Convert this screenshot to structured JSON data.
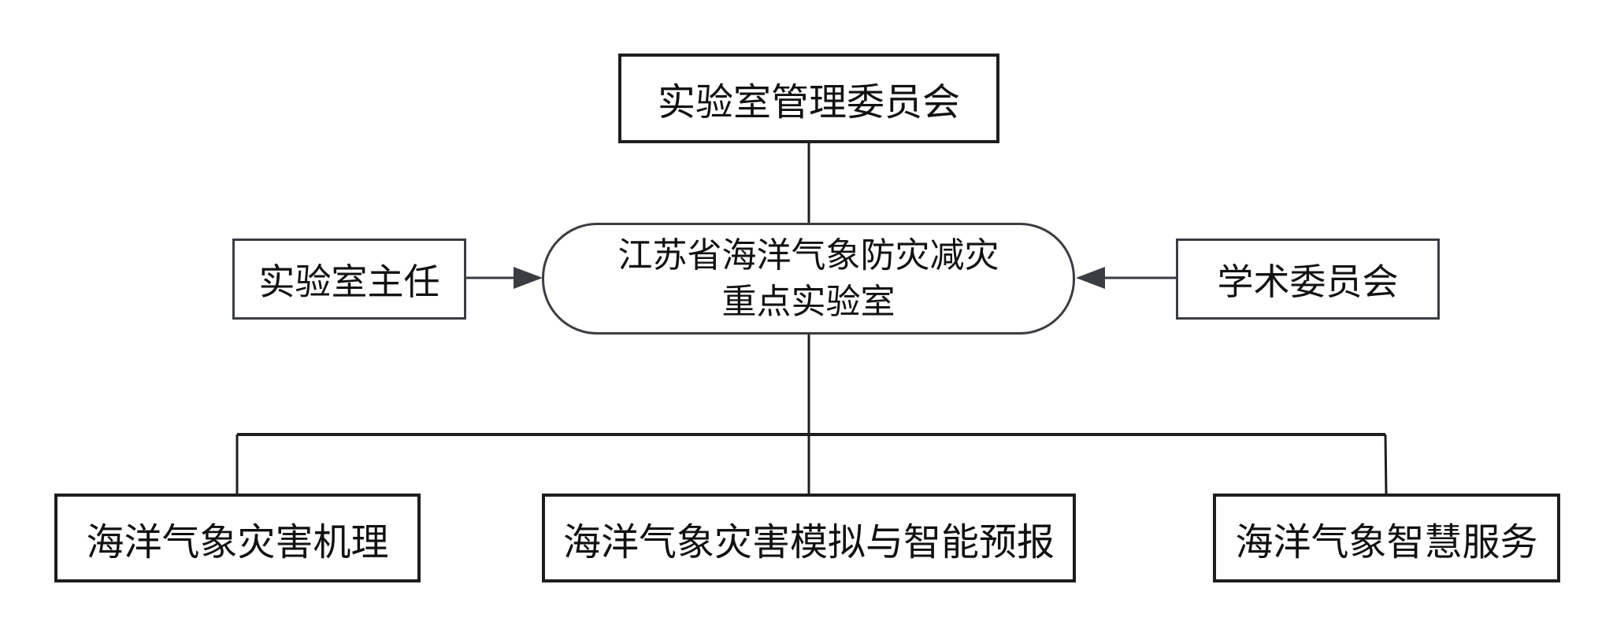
{
  "nodes": {
    "committee": "实验室管理委员会",
    "director": "实验室主任",
    "center_line1": "江苏省海洋气象防灾减灾",
    "center_line2": "重点实验室",
    "academic": "学术委员会",
    "mechanism": "海洋气象灾害机理",
    "simulation": "海洋气象灾害模拟与智能预报",
    "service": "海洋气象智慧服务"
  },
  "colors": {
    "line": "#1e1e1e",
    "arrow": "#3a3d42",
    "border_dark": "#1e1e1e",
    "border_gray": "#3a3d42"
  }
}
